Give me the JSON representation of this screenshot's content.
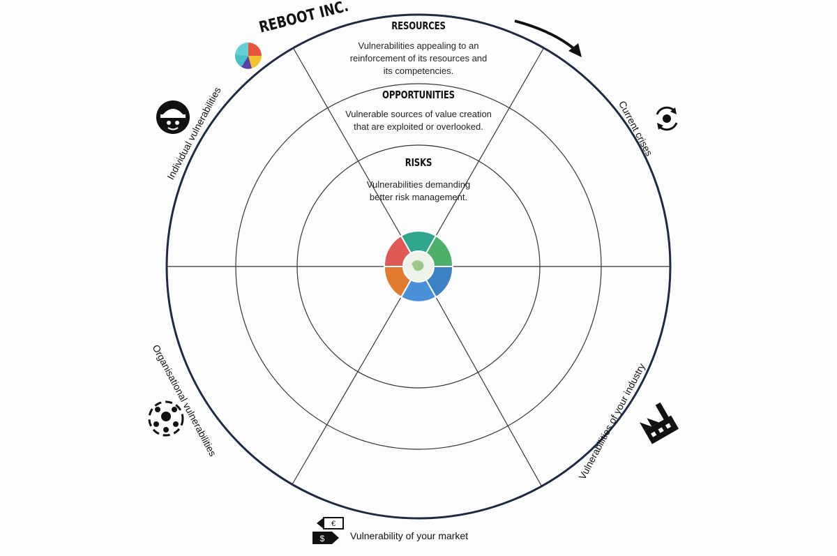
{
  "brand": {
    "name": "REBOOT INC."
  },
  "rings": [
    {
      "title": "RESOURCES",
      "description_lines": [
        "Vulnerabilities appealing to an",
        "reinforcement of its resources and",
        "its competencies."
      ]
    },
    {
      "title": "OPPORTUNITIES",
      "description_lines": [
        "Vulnerable sources of value creation",
        "that are exploited or overlooked."
      ]
    },
    {
      "title": "RISKS",
      "description_lines": [
        "Vulnerabilities demanding",
        "better risk management."
      ]
    }
  ],
  "sectors": [
    {
      "label": "Current crises",
      "icon": "crisis-cycle-icon"
    },
    {
      "label": "Vulnerabilities of your industry",
      "icon": "factory-icon"
    },
    {
      "label": "Vulnerability of your market",
      "icon": "currency-exchange-icon"
    },
    {
      "label": "Organisational vulnerabilities",
      "icon": "organisation-network-icon"
    },
    {
      "label": "Individual vulnerabilities",
      "icon": "worker-helmet-icon"
    }
  ],
  "colors": {
    "outer_circle": "#1e2a44",
    "lines": "#333333",
    "arrow": "#111111",
    "hub_segments": [
      "#e05a55",
      "#2fa58e",
      "#4caf6a",
      "#3b82c4",
      "#4a90d9",
      "#e07a2e"
    ]
  }
}
